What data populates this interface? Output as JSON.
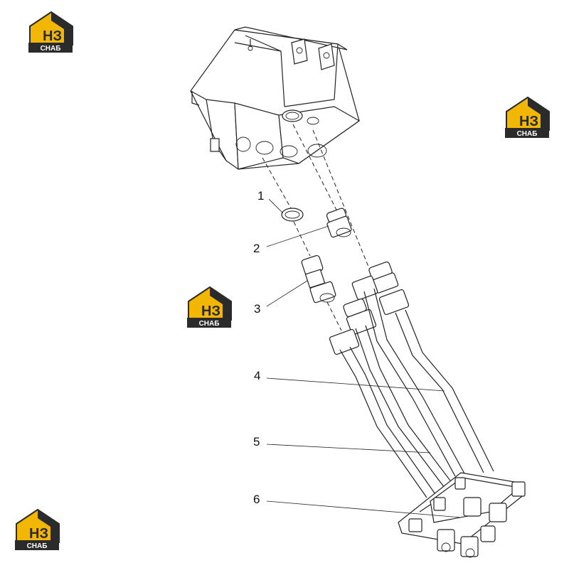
{
  "watermark": {
    "letters": "НЗ",
    "caption": "СНАБ",
    "colors": {
      "roof": "#f2b705",
      "dark": "#2b2b2b",
      "light": "#ffffff"
    }
  },
  "callouts": [
    {
      "label": "1"
    },
    {
      "label": "2"
    },
    {
      "label": "3"
    },
    {
      "label": "4"
    },
    {
      "label": "5"
    },
    {
      "label": "6"
    }
  ]
}
